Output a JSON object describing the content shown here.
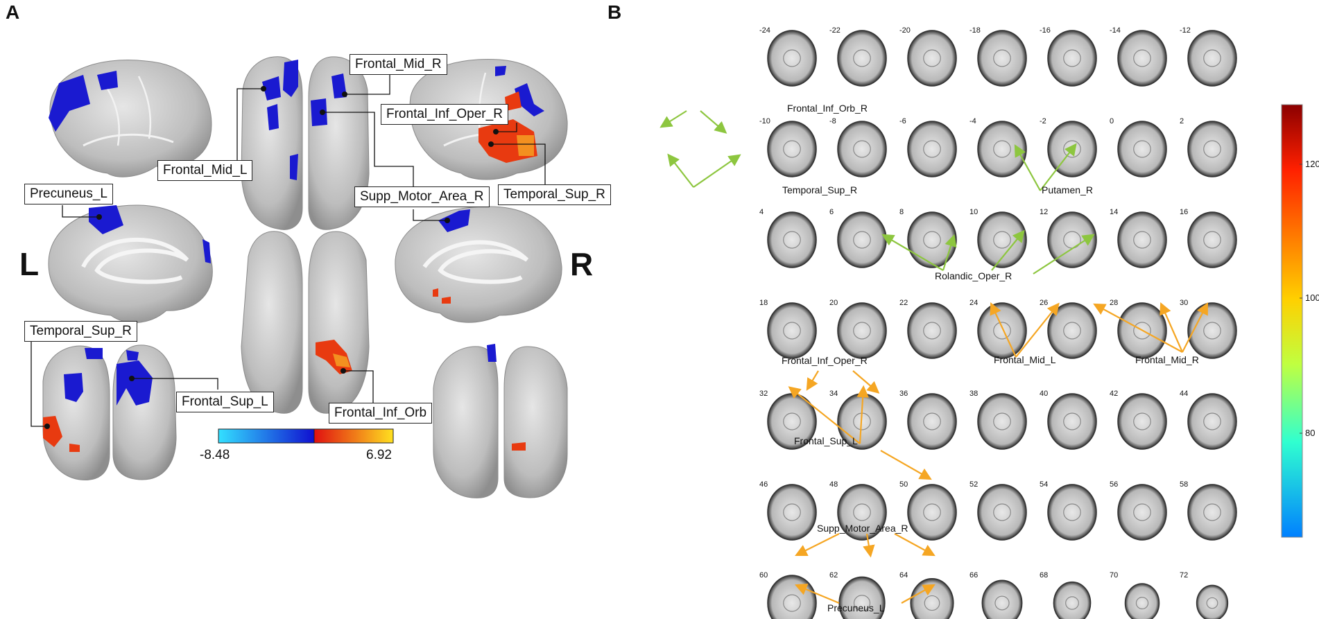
{
  "panel_a": {
    "letter": "A",
    "left_label": "L",
    "right_label": "R",
    "callouts": {
      "frontal_mid_r": "Frontal_Mid_R",
      "frontal_inf_oper_r": "Frontal_Inf_Oper_R",
      "frontal_mid_l": "Frontal_Mid_L",
      "temporal_sup_r_top": "Temporal_Sup_R",
      "precuneus_l": "Precuneus_L",
      "supp_motor_area_r": "Supp_Motor_Area_R",
      "temporal_sup_r_bottom": "Temporal_Sup_R",
      "frontal_sup_l": "Frontal_Sup_L",
      "frontal_inf_orb": "Frontal_Inf_Orb"
    },
    "colorbar": {
      "min": "-8.48",
      "max": "6.92",
      "colors": [
        "#33e0ff",
        "#1010d0",
        "#e01010",
        "#ffe020"
      ]
    }
  },
  "panel_b": {
    "letter": "B",
    "slice_rows": [
      [
        "-24",
        "-22",
        "-20",
        "-18",
        "-16",
        "-14",
        "-12"
      ],
      [
        "-10",
        "-8",
        "-6",
        "-4",
        "-2",
        "0",
        "2"
      ],
      [
        "4",
        "6",
        "8",
        "10",
        "12",
        "14",
        "16"
      ],
      [
        "18",
        "20",
        "22",
        "24",
        "26",
        "28",
        "30"
      ],
      [
        "32",
        "34",
        "36",
        "38",
        "40",
        "42",
        "44"
      ],
      [
        "46",
        "48",
        "50",
        "52",
        "54",
        "56",
        "58"
      ],
      [
        "60",
        "62",
        "64",
        "66",
        "68",
        "70",
        "72"
      ]
    ],
    "labels": {
      "frontal_inf_orb_r": "Frontal_Inf_Orb_R",
      "temporal_sup_r": "Temporal_Sup_R",
      "putamen_r": "Putamen_R",
      "rolandic_oper_r": "Rolandic_Oper_R",
      "frontal_mid_l": "Frontal_Mid_L",
      "frontal_mid_r": "Frontal_Mid_R",
      "frontal_inf_oper_r": "Frontal_Inf_Oper_R",
      "frontal_sup_l": "Frontal_Sup_L",
      "supp_motor_area_r": "Supp_Motor_Area_R",
      "precuneus_l": "Precuneus_L"
    },
    "colorbar": {
      "ticks": [
        "120",
        "100",
        "80"
      ],
      "colors": [
        "#8b0000",
        "#ff2000",
        "#ffd000",
        "#c0ff40",
        "#30ffd0",
        "#0080ff"
      ]
    },
    "arrow_colors": {
      "green": "#8dc63f",
      "orange": "#f5a623"
    }
  }
}
